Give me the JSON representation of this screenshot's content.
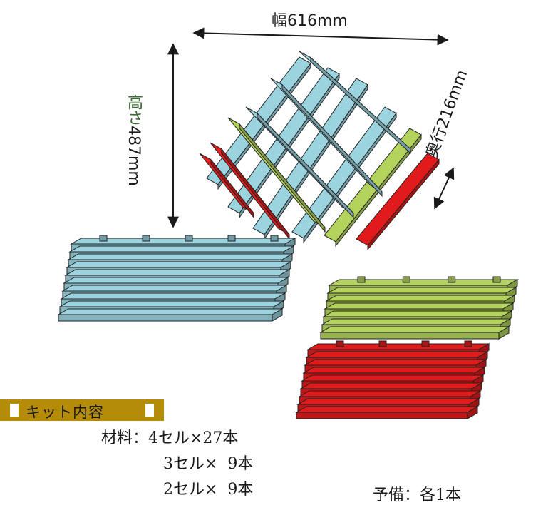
{
  "dimensions": {
    "width": "幅616mm",
    "height_kanji": "高さ",
    "height_value": "487mm",
    "depth": "奥行216mm"
  },
  "kit": {
    "title": "キット内容",
    "materials": [
      "材料：4セル×27本",
      "3セル×  9本",
      "2セル×  9本"
    ],
    "spare": "予備：各1本"
  },
  "colors": {
    "cyan": "#9bd3df",
    "green": "#b3d35c",
    "red": "#e11b1b",
    "banner": "#b58c08"
  }
}
